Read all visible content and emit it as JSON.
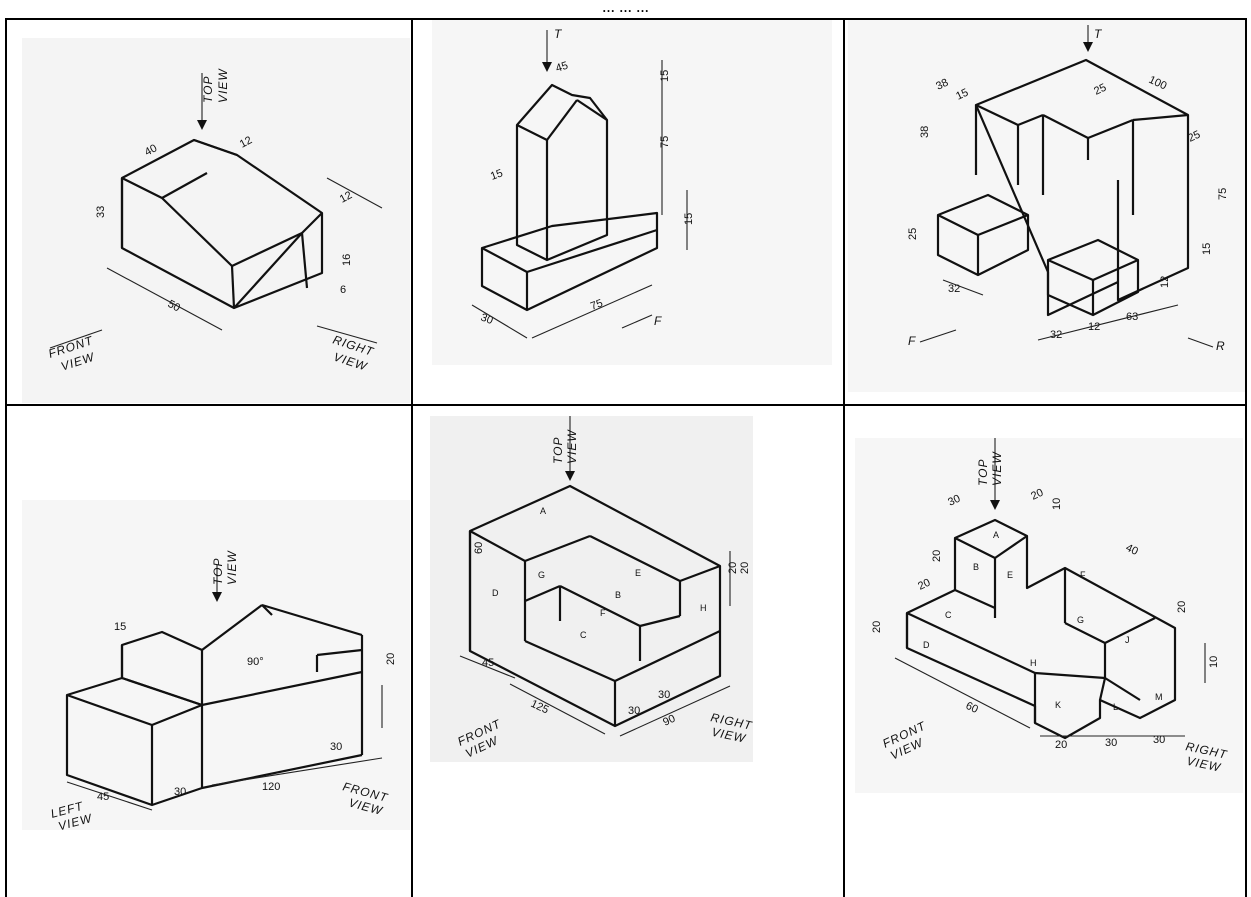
{
  "caption": "... ... ...",
  "panels": [
    {
      "view_labels": {
        "top_view_top": "TOP",
        "top_view_bottom": "VIEW",
        "front_top": "FRONT",
        "front_bottom": "VIEW",
        "right_top": "RIGHT",
        "right_bottom": "VIEW"
      },
      "dims": [
        "40",
        "12",
        "33",
        "12",
        "16",
        "6",
        "50"
      ]
    },
    {
      "view_labels": {
        "top": "T",
        "front": "F"
      },
      "dims": [
        "45",
        "15",
        "75",
        "15",
        "15",
        "30",
        "75"
      ]
    },
    {
      "view_labels": {
        "top": "T",
        "front": "F",
        "right": "R"
      },
      "dims": [
        "38",
        "15",
        "38",
        "25",
        "100",
        "25",
        "75",
        "25",
        "15",
        "32",
        "12",
        "32",
        "12",
        "63"
      ]
    },
    {
      "view_labels": {
        "top_view_top": "TOP",
        "top_view_bottom": "VIEW",
        "left_top": "LEFT",
        "left_bottom": "VIEW",
        "front_top": "FRONT",
        "front_bottom": "VIEW"
      },
      "dims": [
        "15",
        "90°",
        "20",
        "45",
        "30",
        "120",
        "30"
      ]
    },
    {
      "view_labels": {
        "top_view_top": "TOP",
        "top_view_bottom": "VIEW",
        "front_top": "FRONT",
        "front_bottom": "VIEW",
        "right_top": "RIGHT",
        "right_bottom": "VIEW"
      },
      "dims": [
        "60",
        "20",
        "20",
        "45",
        "125",
        "30",
        "30",
        "90"
      ],
      "face_letters": [
        "A",
        "D",
        "G",
        "E",
        "B",
        "F",
        "C",
        "H"
      ]
    },
    {
      "view_labels": {
        "top_view_top": "TOP",
        "top_view_bottom": "VIEW",
        "front_top": "FRONT",
        "front_bottom": "VIEW",
        "right_top": "RIGHT",
        "right_bottom": "VIEW"
      },
      "dims": [
        "30",
        "20",
        "10",
        "40",
        "20",
        "20",
        "20",
        "20",
        "60",
        "20",
        "30",
        "30",
        "10"
      ],
      "face_letters": [
        "A",
        "B",
        "C",
        "D",
        "E",
        "F",
        "G",
        "H",
        "J",
        "K",
        "L",
        "M"
      ]
    }
  ]
}
